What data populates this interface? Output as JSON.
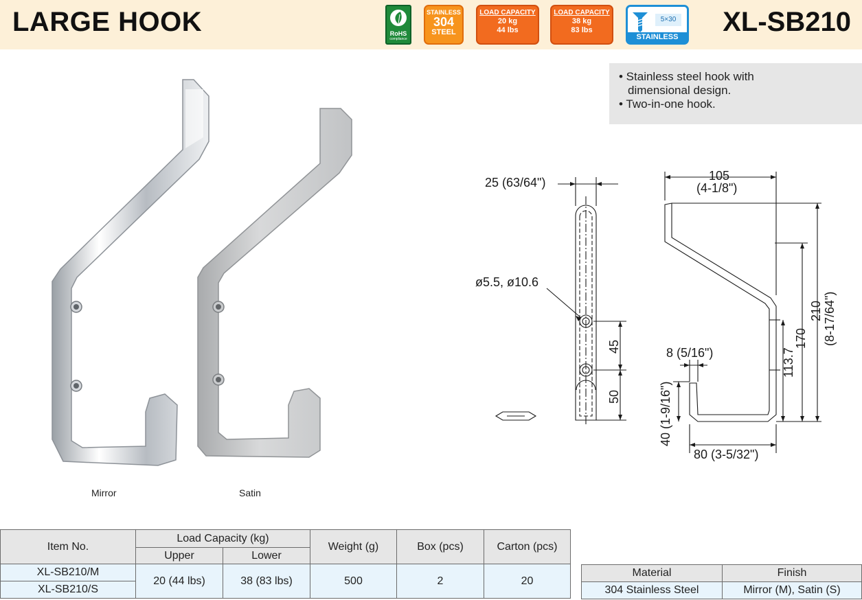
{
  "header": {
    "title": "LARGE HOOK",
    "model": "XL-SB210",
    "badges": {
      "rohs": {
        "line1": "RoHS",
        "line2": "compliance"
      },
      "steel": {
        "line1": "STAINLESS",
        "line2": "304",
        "line3": "STEEL"
      },
      "load_upper": {
        "title": "LOAD CAPACITY",
        "kg": "20 kg",
        "lbs": "44 lbs"
      },
      "load_lower": {
        "title": "LOAD CAPACITY",
        "kg": "38 kg",
        "lbs": "83 lbs"
      },
      "screw": {
        "size": "5×30",
        "label": "STAINLESS"
      }
    },
    "colors": {
      "band": "#fdf0d8",
      "orange": "#f26b1f",
      "blue": "#1e8fd6",
      "green": "#1f8a3a"
    }
  },
  "features": {
    "line1": "• Stainless steel hook with",
    "line2": "dimensional design.",
    "line3": "• Two-in-one hook."
  },
  "photos": {
    "mirror_label": "Mirror",
    "satin_label": "Satin"
  },
  "drawing": {
    "width_label": "25 (63/64\")",
    "hole_label": "ø5.5, ø10.6",
    "pitch": "45",
    "bottom_offset": "50",
    "depth_mm": "105",
    "depth_in": "(4-1/8\")",
    "height_total": "210",
    "height_total_in": "(8-17/64\")",
    "height_upper": "170",
    "height_mid": "113.7",
    "lip": "8 (5/16\")",
    "lip_height": "40 (1-9/16\")",
    "lower_depth": "80 (3-5/32\")"
  },
  "spec_table": {
    "headers": {
      "item": "Item No.",
      "load": "Load Capacity (kg)",
      "upper": "Upper",
      "lower": "Lower",
      "weight": "Weight (g)",
      "box": "Box (pcs)",
      "carton": "Carton (pcs)"
    },
    "items": [
      "XL-SB210/M",
      "XL-SB210/S"
    ],
    "upper": "20 (44 lbs)",
    "lower": "38 (83 lbs)",
    "weight": "500",
    "box": "2",
    "carton": "20"
  },
  "material_table": {
    "headers": {
      "material": "Material",
      "finish": "Finish"
    },
    "material": "304 Stainless Steel",
    "finish": "Mirror (M), Satin (S)"
  }
}
